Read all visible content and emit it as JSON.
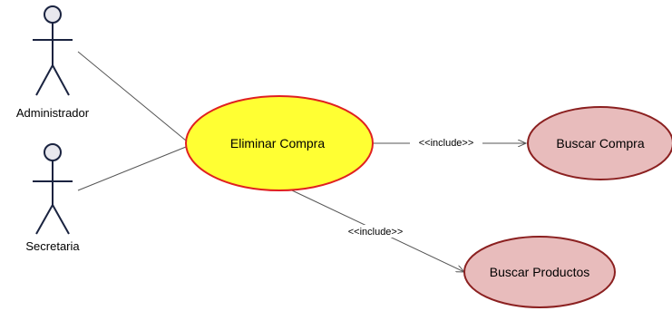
{
  "diagram": {
    "type": "use-case",
    "actors": [
      {
        "id": "admin",
        "label": "Administrador"
      },
      {
        "id": "secretaria",
        "label": "Secretaria"
      }
    ],
    "use_cases": [
      {
        "id": "eliminar",
        "label": "Eliminar Compra",
        "fill": "#ffff33",
        "stroke": "#e02020"
      },
      {
        "id": "buscar_compra",
        "label": "Buscar Compra",
        "fill": "#e8bcbc",
        "stroke": "#8b2020"
      },
      {
        "id": "buscar_productos",
        "label": "Buscar Productos",
        "fill": "#e8bcbc",
        "stroke": "#8b2020"
      }
    ],
    "relations": [
      {
        "from": "admin",
        "to": "eliminar",
        "kind": "association"
      },
      {
        "from": "secretaria",
        "to": "eliminar",
        "kind": "association"
      },
      {
        "from": "eliminar",
        "to": "buscar_compra",
        "kind": "include",
        "label": "<<include>>"
      },
      {
        "from": "eliminar",
        "to": "buscar_productos",
        "kind": "include",
        "label": "<<include>>"
      }
    ],
    "colors": {
      "actor_stroke": "#1a2340",
      "actor_head_fill": "#e8e8ee",
      "line": "#555555"
    }
  }
}
